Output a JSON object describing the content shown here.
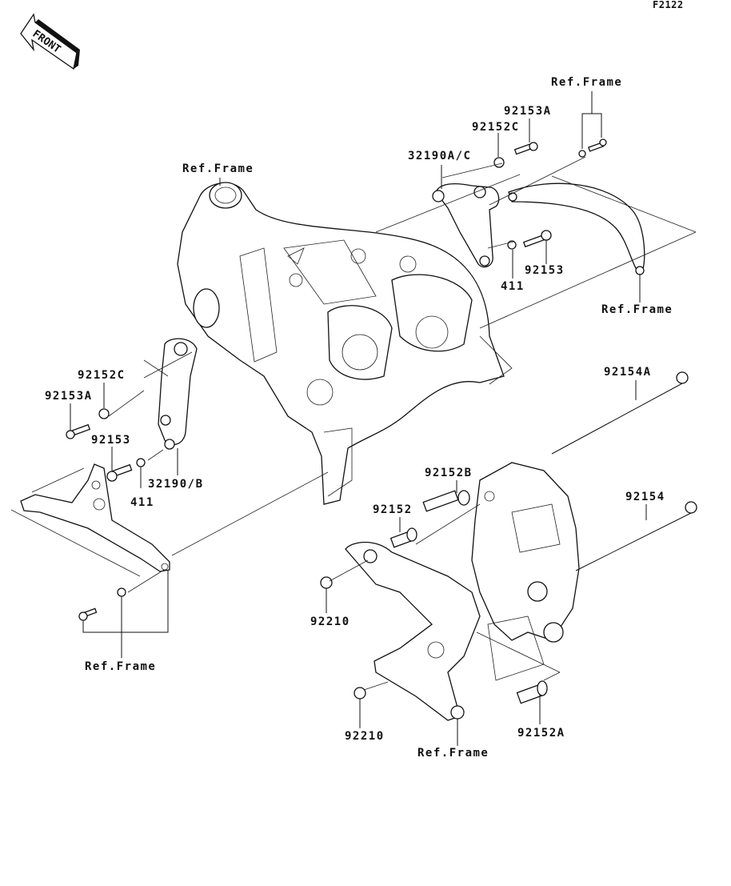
{
  "diagram": {
    "code": "F2122",
    "front_indicator": "FRONT",
    "labels": {
      "ref_frame_top_right": "Ref.Frame",
      "p92153A_top": "92153A",
      "p92152C_top": "92152C",
      "p32190AC": "32190A/C",
      "ref_frame_top_center": "Ref.Frame",
      "p411_right": "411",
      "p92153_right": "92153",
      "ref_frame_right": "Ref.Frame",
      "p92152C_left": "92152C",
      "p92153A_left": "92153A",
      "p92153_left": "92153",
      "p411_left": "411",
      "p32190B": "32190/B",
      "ref_frame_bottom_left": "Ref.Frame",
      "p92154A": "92154A",
      "p92154": "92154",
      "p92152B": "92152B",
      "p92152": "92152",
      "p92210_upper": "92210",
      "p92210_lower": "92210",
      "ref_frame_bottom_center": "Ref.Frame",
      "p92152A": "92152A"
    }
  }
}
